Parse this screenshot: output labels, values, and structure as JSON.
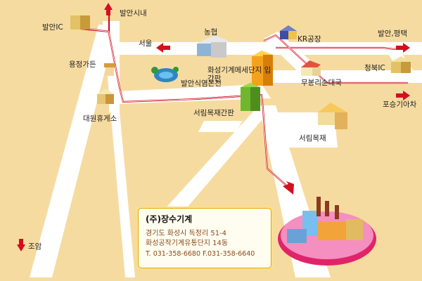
{
  "labels": {
    "baran_ic": "발안IC",
    "baran_city": "발안시내",
    "nonghyup": "농협",
    "kr_factory": "KR공장",
    "baran_pyeongtaek": "발안,평택",
    "seoul": "서울",
    "yongjeong_garden": "용정가든",
    "industrial_complex_entrance": "화성기계메세단지 입간판",
    "cheongbuk_ic": "청북IC",
    "mubongri": "무봉리순대국",
    "baran_hotspring": "발안식염온천",
    "posung": "포승기아차",
    "daewon_rest": "대원휴게소",
    "seorimmokjae_sign": "서림목재간판",
    "seorimmokjae": "서림목재",
    "joam": "조암"
  },
  "company": {
    "name": "(주)장수기계",
    "address1": "경기도 화성시 독정리 51-4",
    "address2": "화성공작기계유통단지 14동",
    "phone": "T. 031-358-6680  F.031-358-6640"
  },
  "colors": {
    "background": "#f6dba0",
    "road": "#ffffff",
    "route": "#d40f1f",
    "arrow": "#d40f1f",
    "info_border": "#e0a800",
    "info_text": "#8a4a1a"
  }
}
